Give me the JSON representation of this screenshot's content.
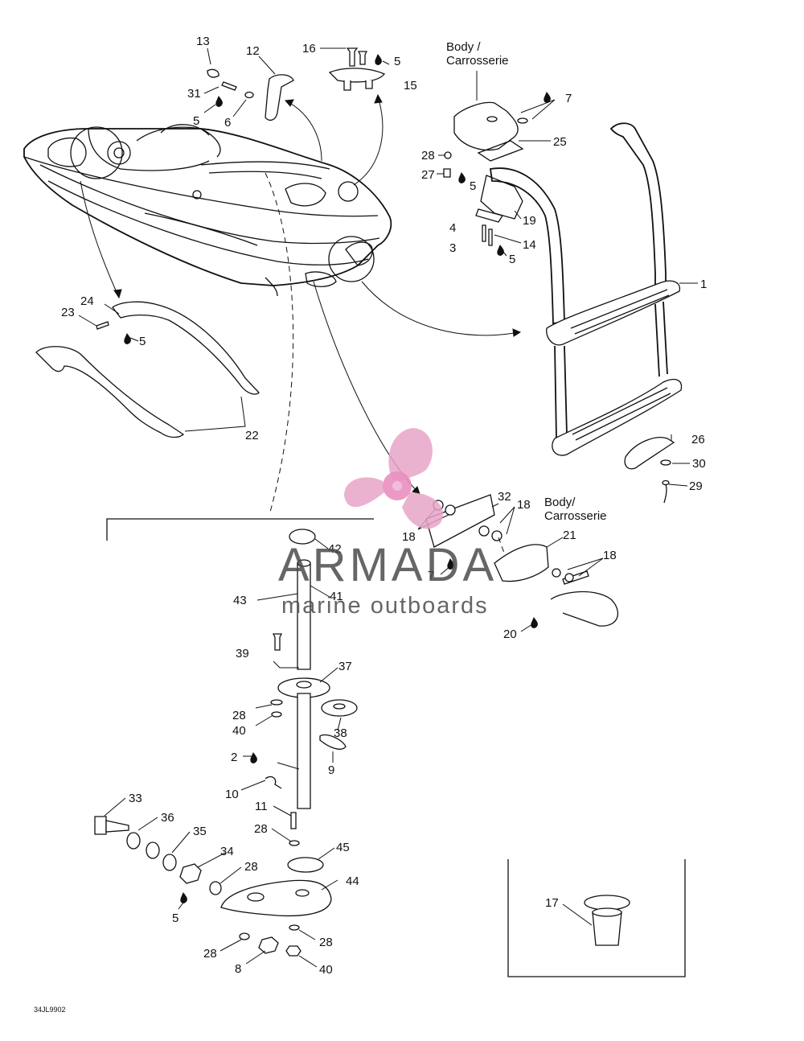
{
  "diagram": {
    "labels": {
      "body_top": [
        "Body /",
        "Carrosserie"
      ],
      "body_mid": [
        "Body/",
        "Carrosserie"
      ]
    },
    "reference_code": "34JL9902",
    "part_numbers": [
      "1",
      "2",
      "3",
      "4",
      "5",
      "6",
      "7",
      "8",
      "9",
      "10",
      "11",
      "12",
      "13",
      "14",
      "15",
      "16",
      "17",
      "18",
      "19",
      "20",
      "21",
      "22",
      "23",
      "24",
      "25",
      "26",
      "27",
      "28",
      "29",
      "30",
      "31",
      "32",
      "33",
      "34",
      "35",
      "36",
      "37",
      "38",
      "39",
      "40",
      "41",
      "42",
      "43",
      "44",
      "45"
    ]
  },
  "watermark": {
    "brand": "ARMADA",
    "tagline": "marine outboards",
    "colors": {
      "propeller": "#e7a5c8",
      "hub": "#e98fbf",
      "text": "#4b4b4b"
    }
  }
}
